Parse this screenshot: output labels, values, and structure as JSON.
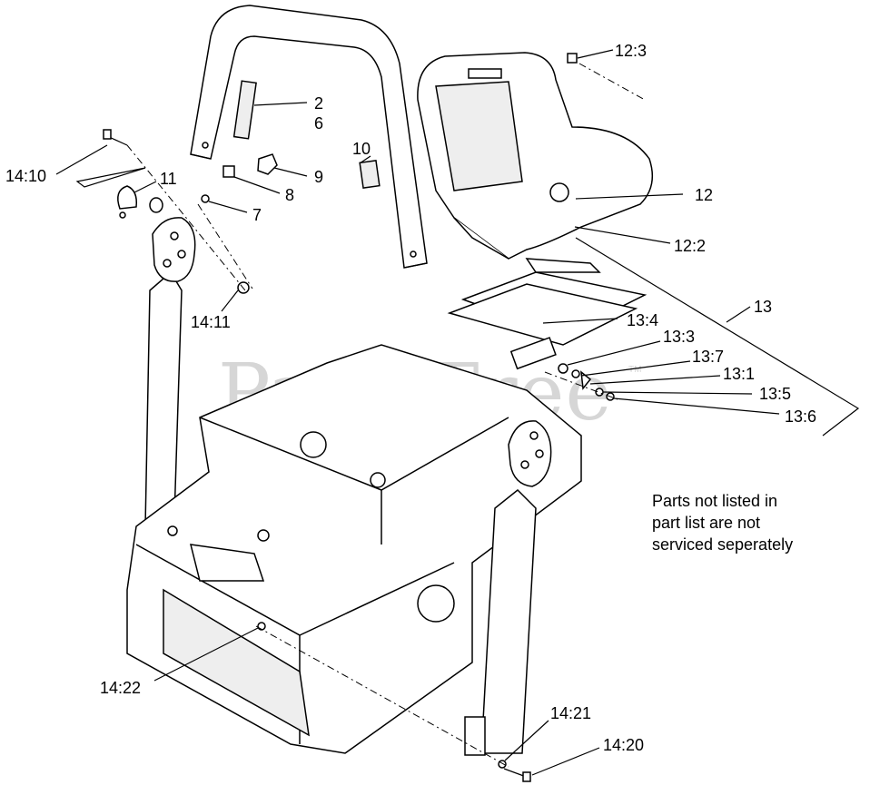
{
  "watermark": {
    "text": "PartsTree",
    "tm": "TM"
  },
  "callouts": [
    {
      "id": "12-3",
      "text": "12:3"
    },
    {
      "id": "2",
      "text": "2"
    },
    {
      "id": "6",
      "text": "6"
    },
    {
      "id": "10",
      "text": "10"
    },
    {
      "id": "14-10",
      "text": "14:10"
    },
    {
      "id": "11",
      "text": "11"
    },
    {
      "id": "9",
      "text": "9"
    },
    {
      "id": "8",
      "text": "8"
    },
    {
      "id": "7",
      "text": "7"
    },
    {
      "id": "12",
      "text": "12"
    },
    {
      "id": "12-2",
      "text": "12:2"
    },
    {
      "id": "14-11",
      "text": "14:11"
    },
    {
      "id": "13",
      "text": "13"
    },
    {
      "id": "13-4",
      "text": "13:4"
    },
    {
      "id": "13-3",
      "text": "13:3"
    },
    {
      "id": "13-7",
      "text": "13:7"
    },
    {
      "id": "13-1",
      "text": "13:1"
    },
    {
      "id": "13-5",
      "text": "13:5"
    },
    {
      "id": "13-6",
      "text": "13:6"
    },
    {
      "id": "14-22",
      "text": "14:22"
    },
    {
      "id": "14-21",
      "text": "14:21"
    },
    {
      "id": "14-20",
      "text": "14:20"
    }
  ],
  "note": {
    "lines": [
      "Parts not listed in",
      "part list are not",
      "serviced seperately"
    ]
  }
}
